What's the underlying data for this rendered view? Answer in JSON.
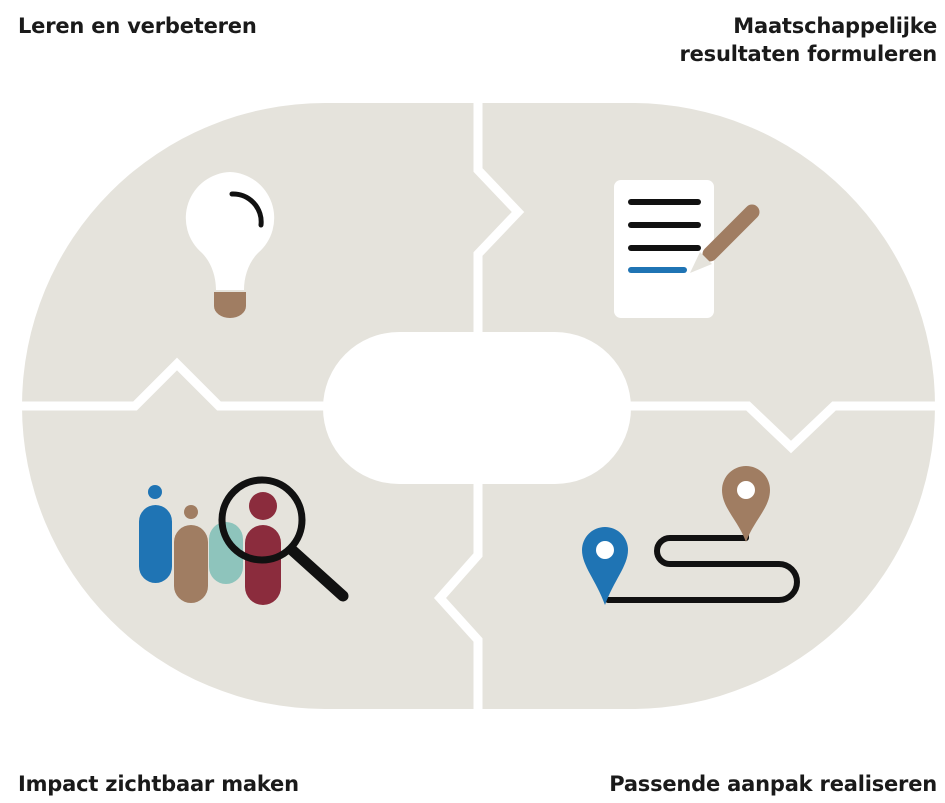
{
  "quadrants": {
    "top_left": {
      "label": "Leren en verbeteren",
      "icon": "lightbulb-icon"
    },
    "top_right": {
      "label": "Maatschappelijke resultaten formuleren",
      "icon": "document-pen-icon"
    },
    "bottom_left": {
      "label": "Impact zichtbaar maken",
      "icon": "people-magnifier-icon"
    },
    "bottom_right": {
      "label": "Passende aanpak realiseren",
      "icon": "route-map-pins-icon"
    }
  },
  "colors": {
    "puzzle_fill": "#e5e3dc",
    "brown": "#a07d62",
    "blue": "#1f74b4",
    "maroon": "#8b2c3d",
    "teal": "#8ec4bc",
    "black": "#111111"
  }
}
